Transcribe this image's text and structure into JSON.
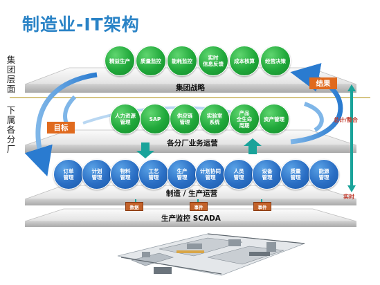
{
  "title": "制造业-IT架构",
  "side_labels": {
    "group_level": "集团层面",
    "sub_plant": "下属各分厂"
  },
  "layers": {
    "group": "集团战略",
    "plant": "各分厂业务运营",
    "manufacturing": "制造 / 生产运营",
    "scada": "生产监控 SCADA"
  },
  "group_apps": [
    "精益生产",
    "质量监控",
    "能耗监控",
    "实时\n信息反馈",
    "成本核算",
    "经营决策"
  ],
  "plant_apps": [
    "人力资源\n管理",
    "SAP",
    "供应链\n管理",
    "实验室\n系统",
    "产品\n全生命\n周期",
    "资产管理"
  ],
  "mfg_modules": [
    "订单\n管理",
    "计划\n管理",
    "物料\n管理",
    "工艺\n管理",
    "生产\n管理",
    "计划协同\n管理",
    "人员\n管理",
    "设备\n管理",
    "质量\n管理",
    "能源\n管理"
  ],
  "tags": {
    "target": "目标",
    "result": "结果"
  },
  "side_notes": {
    "aggregate": "总计/整合",
    "realtime": "实时"
  },
  "events": {
    "data": "数据",
    "event1": "事件",
    "event2": "事件"
  },
  "colors": {
    "title_blue": "#2a83c6",
    "green": "#20a83a",
    "blue": "#2a6ec4",
    "orange": "#e06a1e",
    "teal": "#1aa39a",
    "red_note": "#c0392b",
    "divider_gold": "#c8b25a"
  }
}
